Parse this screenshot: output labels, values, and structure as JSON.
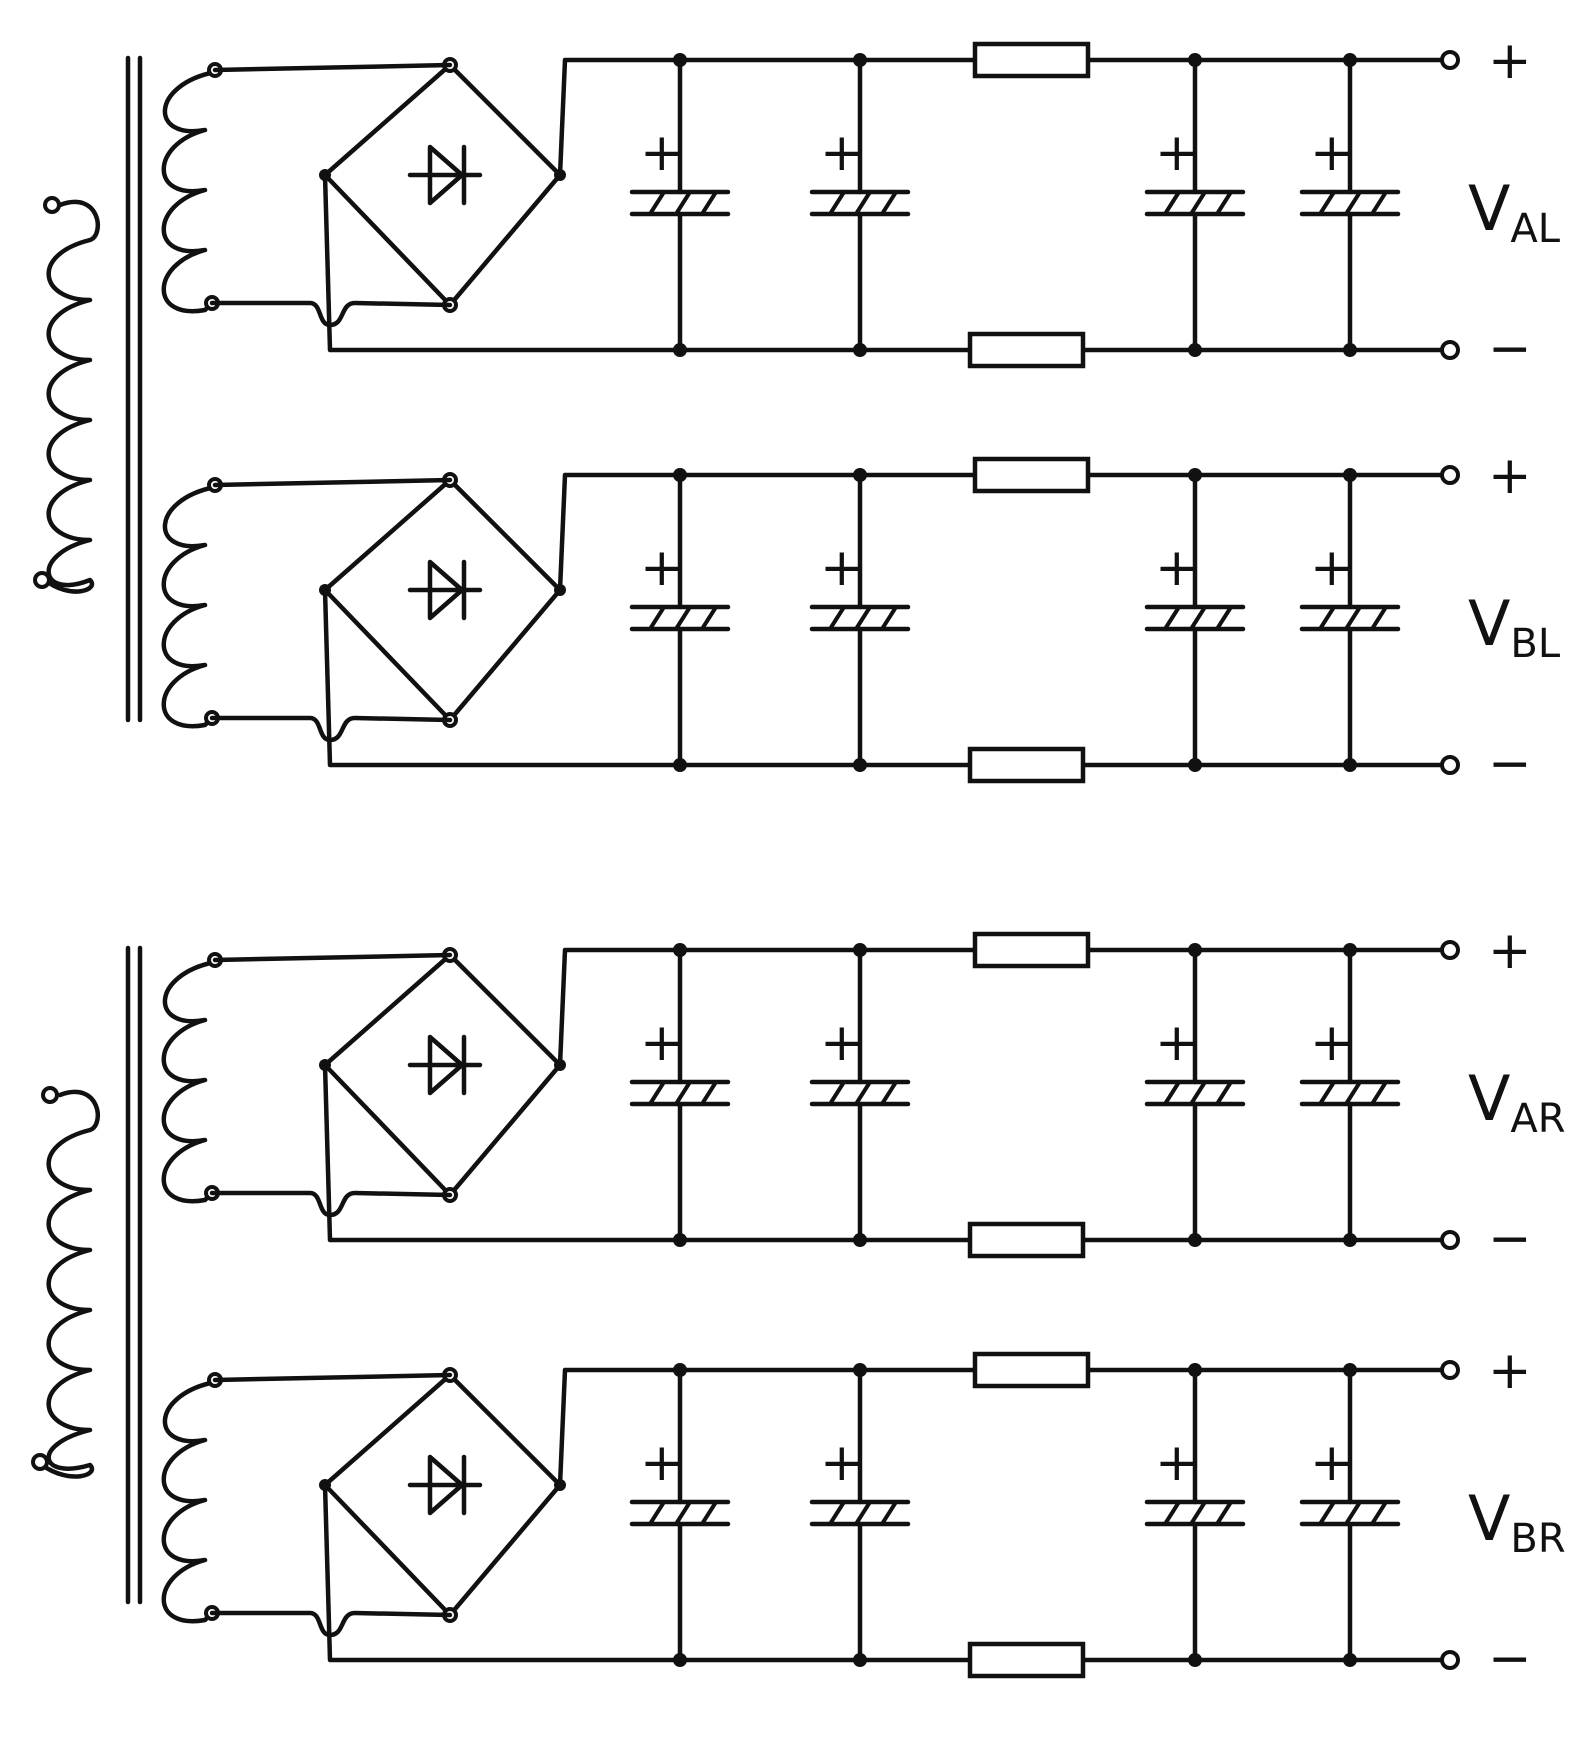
{
  "diagram": {
    "transformers": [
      {
        "secondaries": [
          {
            "output": {
              "label_main": "V",
              "label_sub": "AL",
              "plus": "+",
              "minus": "−"
            },
            "cap_plus": [
              "+",
              "+",
              "+",
              "+"
            ]
          },
          {
            "output": {
              "label_main": "V",
              "label_sub": "BL",
              "plus": "+",
              "minus": "−"
            },
            "cap_plus": [
              "+",
              "+",
              "+",
              "+"
            ]
          }
        ]
      },
      {
        "secondaries": [
          {
            "output": {
              "label_main": "V",
              "label_sub": "AR",
              "plus": "+",
              "minus": "−"
            },
            "cap_plus": [
              "+",
              "+",
              "+",
              "+"
            ]
          },
          {
            "output": {
              "label_main": "V",
              "label_sub": "BR",
              "plus": "+",
              "minus": "−"
            },
            "cap_plus": [
              "+",
              "+",
              "+",
              "+"
            ]
          }
        ]
      }
    ]
  }
}
